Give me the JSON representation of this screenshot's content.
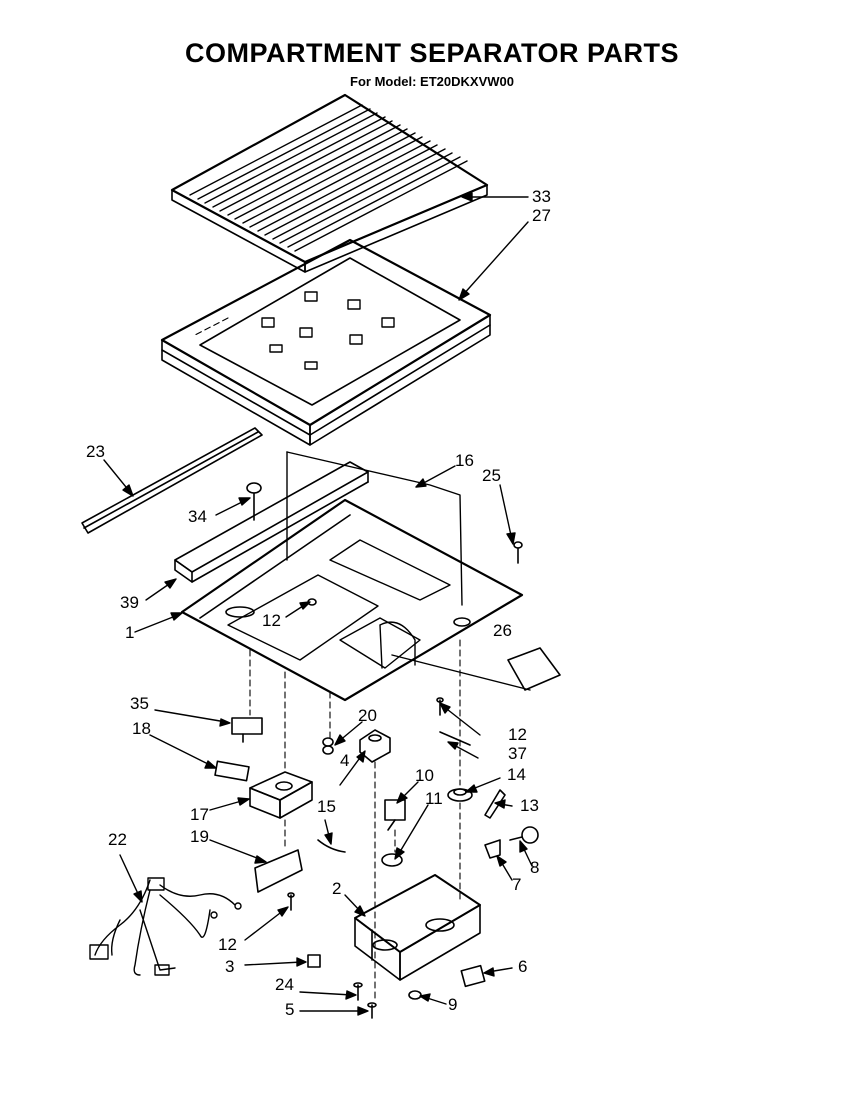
{
  "header": {
    "title": "COMPARTMENT SEPARATOR PARTS",
    "subtitle": "For Model: ET20DKXVW00"
  },
  "callouts": [
    {
      "id": "c33",
      "text": "33"
    },
    {
      "id": "c27",
      "text": "27"
    },
    {
      "id": "c23",
      "text": "23"
    },
    {
      "id": "c16",
      "text": "16"
    },
    {
      "id": "c25",
      "text": "25"
    },
    {
      "id": "c34",
      "text": "34"
    },
    {
      "id": "c39",
      "text": "39"
    },
    {
      "id": "c1",
      "text": "1"
    },
    {
      "id": "c12a",
      "text": "12"
    },
    {
      "id": "c26",
      "text": "26"
    },
    {
      "id": "c35",
      "text": "35"
    },
    {
      "id": "c18",
      "text": "18"
    },
    {
      "id": "c20",
      "text": "20"
    },
    {
      "id": "c12b",
      "text": "12"
    },
    {
      "id": "c37",
      "text": "37"
    },
    {
      "id": "c4",
      "text": "4"
    },
    {
      "id": "c10",
      "text": "10"
    },
    {
      "id": "c14",
      "text": "14"
    },
    {
      "id": "c15",
      "text": "15"
    },
    {
      "id": "c11",
      "text": "11"
    },
    {
      "id": "c13",
      "text": "13"
    },
    {
      "id": "c17",
      "text": "17"
    },
    {
      "id": "c19",
      "text": "19"
    },
    {
      "id": "c22",
      "text": "22"
    },
    {
      "id": "c8",
      "text": "8"
    },
    {
      "id": "c7",
      "text": "7"
    },
    {
      "id": "c2",
      "text": "2"
    },
    {
      "id": "c12c",
      "text": "12"
    },
    {
      "id": "c3",
      "text": "3"
    },
    {
      "id": "c6",
      "text": "6"
    },
    {
      "id": "c24",
      "text": "24"
    },
    {
      "id": "c9",
      "text": "9"
    },
    {
      "id": "c5",
      "text": "5"
    }
  ]
}
